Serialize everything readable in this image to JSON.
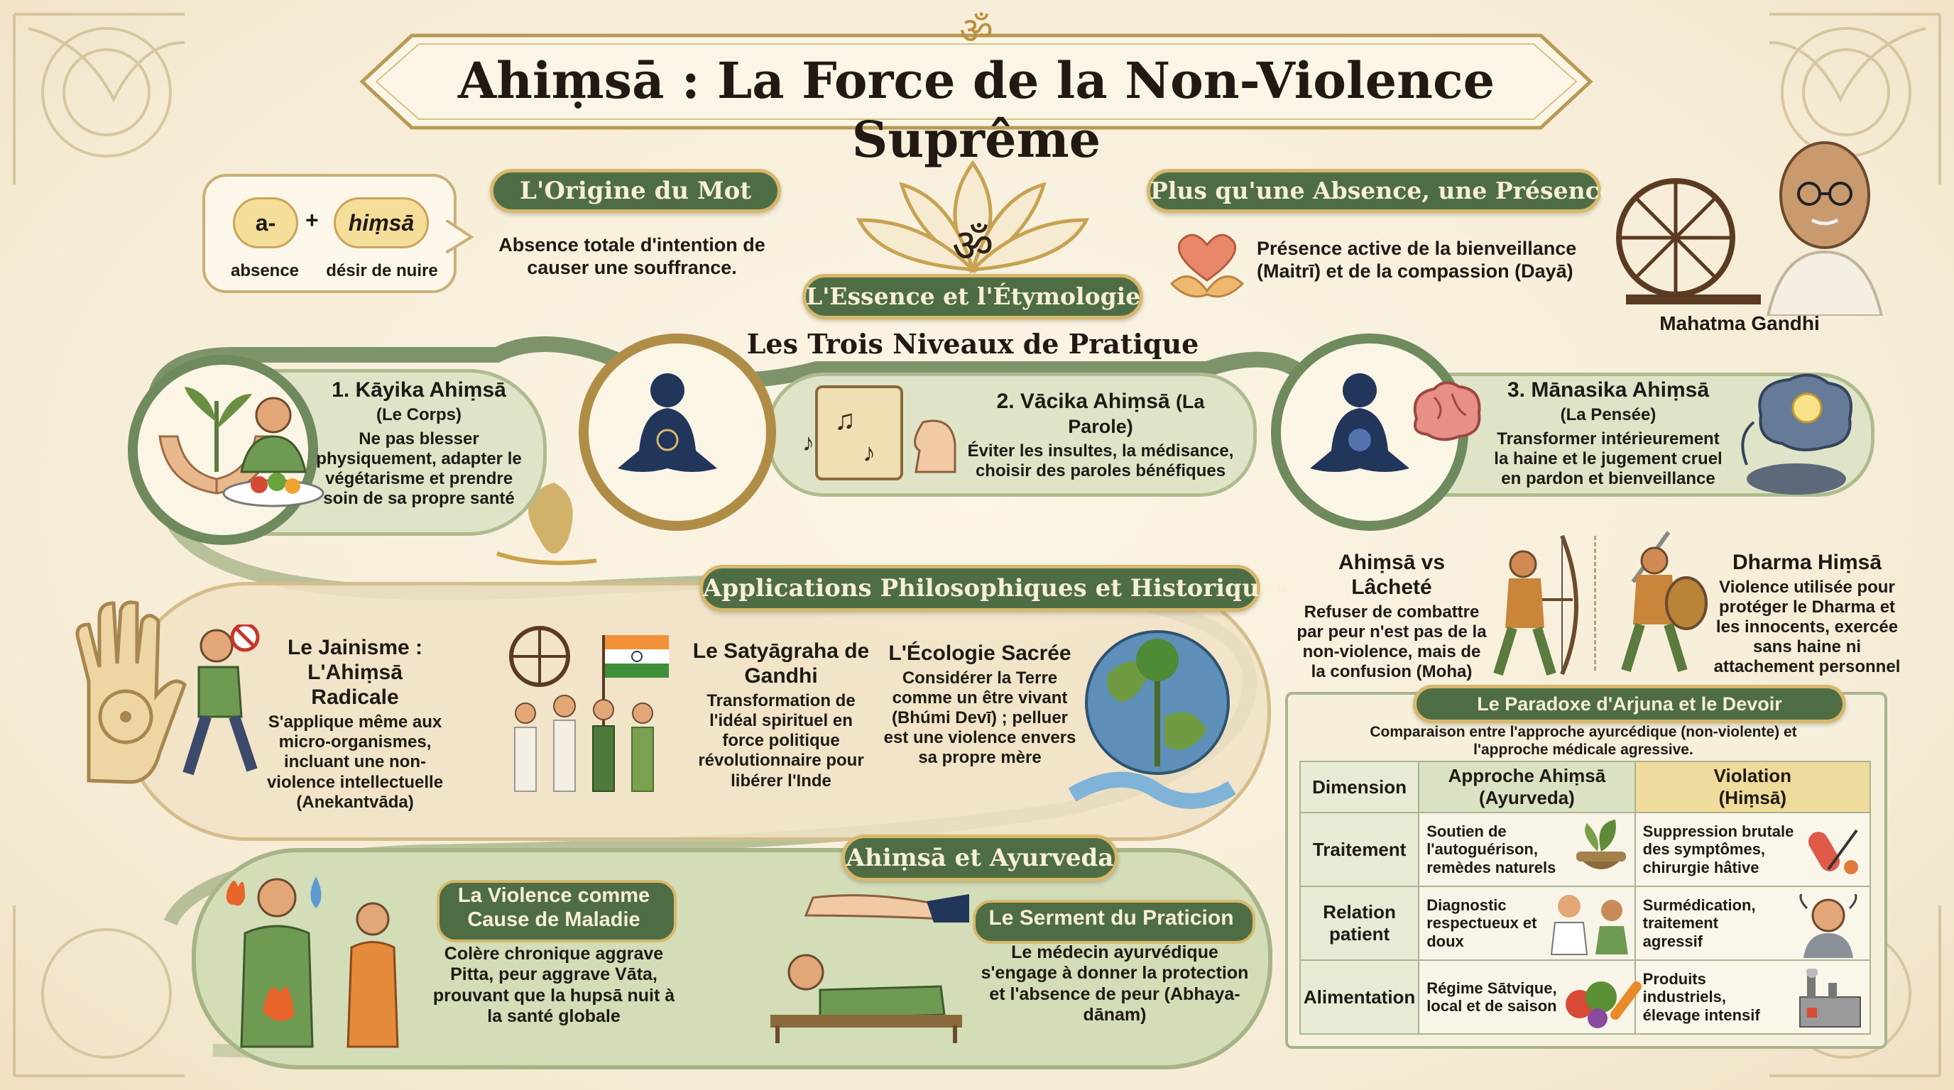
{
  "title": "Ahiṃsā : La Force de la Non-Violence Suprême",
  "origin": {
    "label": "L'Origine du Mot",
    "prefix": "a-",
    "plus": "+",
    "root": "hiṃsā",
    "prefix_meaning": "absence",
    "root_meaning": "désir de nuire",
    "definition": "Absence totale d'intention de causer une souffrance."
  },
  "essence_label": "L'Essence et l'Étymologie",
  "presence": {
    "label": "Plus qu'une Absence, une Présence",
    "text": "Présence active de la bienveillance (Maitrī) et de la compassion (Dayā)",
    "gandhi_caption": "Mahatma Gandhi"
  },
  "levels": {
    "title": "Les Trois Niveaux de Pratique",
    "items": [
      {
        "title": "1. Kāyika Ahiṃsā",
        "subtitle": "(Le Corps)",
        "text": "Ne pas blesser physiquement, adapter le végétarisme et prendre soin de sa propre santé"
      },
      {
        "title": "2. Vācika Ahiṃsā",
        "subtitle": "(La Parole)",
        "text": "Éviter les insultes, la médisance, choisir des paroles bénéfiques"
      },
      {
        "title": "3. Mānasika Ahiṃsā",
        "subtitle": "(La Pensée)",
        "text": "Transformer intérieurement la haine et le jugement cruel en pardon et bienveillance"
      }
    ]
  },
  "applications": {
    "label": "Applications Philosophiques et Historiques",
    "items": [
      {
        "title": "Le Jainisme : L'Ahiṃsā Radicale",
        "text": "S'applique même aux micro-organismes, incluant une non-violence intellectuelle (Anekantvāda)"
      },
      {
        "title": "Le Satyāgraha de Gandhi",
        "text": "Transformation de l'idéal spirituel en force politique révolutionnaire pour libérer l'Inde"
      },
      {
        "title": "L'Écologie Sacrée",
        "text": "Considérer la Terre comme un être vivant (Bhúmi Devī) ; pelluer est une violence envers sa propre mère"
      }
    ]
  },
  "arjuna": {
    "left_title": "Ahiṃsā vs Lâcheté",
    "left_text": "Refuser de combattre par peur n'est pas de la non-violence, mais de la confusion (Moha)",
    "right_title": "Dharma Hiṃsā",
    "right_text": "Violence utilisée pour protéger le Dharma et les innocents, exercée sans haine ni attachement personnel",
    "label": "Le Paradoxe d'Arjuna et le Devoir"
  },
  "comparison": {
    "intro": "Comparaison entre l'approche ayurcédique (non-violente) et l'approche médicale agressive.",
    "headers": [
      "Dimension",
      "Approche Ahiṃsā (Ayurveda)",
      "Violation (Hiṃsā)"
    ],
    "rows": [
      {
        "dimension": "Traitement",
        "ahimsa": "Soutien de l'autoguérison, remèdes naturels",
        "violation": "Suppression brutale des symptômes, chirurgie hâtive"
      },
      {
        "dimension": "Relation patient",
        "ahimsa": "Diagnostic respectueux et doux",
        "violation": "Surmédication, traitement agressif"
      },
      {
        "dimension": "Alimentation",
        "ahimsa": "Régime Sātvique, local et de saison",
        "violation": "Produits industriels, élevage intensif"
      }
    ]
  },
  "ayurveda": {
    "label": "Ahiṃsā et Ayurveda",
    "disease_title": "La Violence comme Cause de Maladie",
    "disease_text": "Colère chronique aggrave Pitta, peur aggrave Vāta, prouvant que la hupsā nuit à la santé globale",
    "oath_title": "Le Serment du Praticion",
    "oath_text": "Le médecin ayurvédique s'engage à donner la protection et l'absence de peur (Abhaya-dānam)"
  },
  "colors": {
    "green_dark": "#4e6d45",
    "gold": "#d7b86a",
    "navy": "#22365c",
    "cream": "#f8efdc"
  },
  "icons": [
    "om-icon",
    "lotus-icon",
    "hands-plant-icon",
    "meditation-icon",
    "scroll-music-icon",
    "brain-icon",
    "jain-hand-icon",
    "charkha-icon",
    "india-flag-icon",
    "earth-icon",
    "archer-icon",
    "warrior-icon",
    "herbs-icon",
    "pills-icon",
    "doctor-icon",
    "factory-icon",
    "vegetables-icon",
    "fire-icon",
    "water-drop-icon"
  ]
}
